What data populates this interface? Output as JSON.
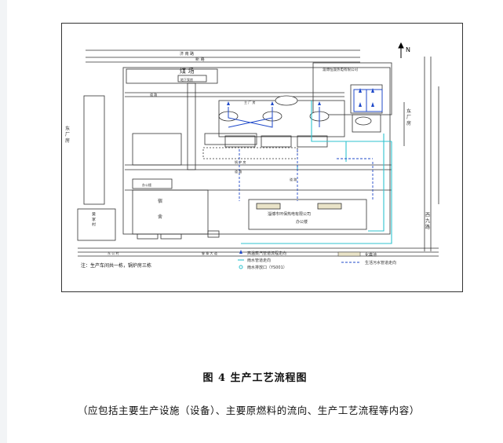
{
  "figure": {
    "north_symbol": "N",
    "labels": {
      "street_top": "济 南 路",
      "sub_top": "新 路",
      "coal_yard": "煤 场",
      "underground": "地下泵房",
      "road_a": "道 路",
      "road_b": "道 路",
      "main_plant": "主 厂 房",
      "boiler_plant": "锅 炉 房",
      "road_c": "道 路",
      "road_d": "道 路",
      "factory_right": "淄博恒晟热电有限公司",
      "left_factory": "东 厂 房",
      "left_village": "黄 家 村",
      "right_factory": "东 厂 房",
      "right_road": "西 九 路",
      "office": "办公楼",
      "dorm_a": "宿",
      "dorm_b": "舍",
      "center_company": "淄博市环保热电有限公司",
      "center_office": "办公楼",
      "bottom_road": "鲁 泰 大 道",
      "bottom_left": "东 公 村",
      "note_text": "注：生产车间共一栋，锅炉房三栋"
    },
    "legend": {
      "item1": "高温蒸汽管道流程走向",
      "item2": "雨水管道走向",
      "item3": "雨水排放口（YS001）",
      "item4": "化粪池",
      "item5": "生活污水管道走向"
    }
  },
  "caption": "图 4    生产工艺流程图",
  "note": "（应包括主要生产设施（设备）、主要原燃料的流向、生产工艺流程等内容）"
}
